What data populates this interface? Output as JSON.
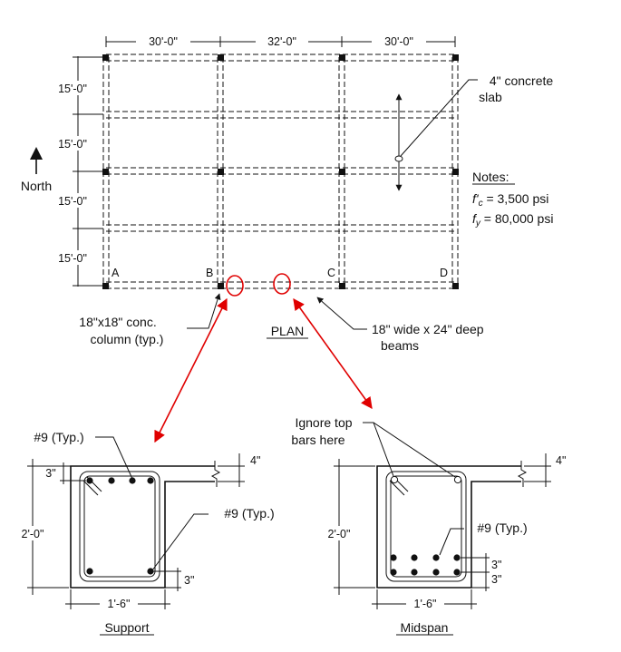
{
  "plan": {
    "dims_top": [
      "30'-0\"",
      "32'-0\"",
      "30'-0\""
    ],
    "dims_left": [
      "15'-0\"",
      "15'-0\"",
      "15'-0\"",
      "15'-0\""
    ],
    "column_labels": [
      "A",
      "B",
      "C",
      "D"
    ],
    "north_label": "North",
    "slab_callout": [
      "4\" concrete",
      "slab"
    ],
    "column_callout": [
      "18\"x18\" conc.",
      "column (typ.)"
    ],
    "beam_callout": [
      "18\" wide x 24\" deep",
      "beams"
    ],
    "title": "PLAN"
  },
  "notes": {
    "heading": "Notes:",
    "fc_symbol": "f'",
    "fc_sub": "c",
    "fc_value": " = 3,500 psi",
    "fy_symbol": "f",
    "fy_sub": "y",
    "fy_value": " = 80,000 psi"
  },
  "support": {
    "bar_callout_top": "#9 (Typ.)",
    "bar_callout_side": "#9 (Typ.)",
    "cover_top": "3\"",
    "cover_bottom": "3\"",
    "slab_thickness": "4\"",
    "height": "2'-0\"",
    "width": "1'-6\"",
    "title": "Support"
  },
  "midspan": {
    "ignore_callout": [
      "Ignore top",
      "bars here"
    ],
    "bar_callout": "#9 (Typ.)",
    "slab_thickness": "4\"",
    "cover_1": "3\"",
    "cover_2": "3\"",
    "height": "2'-0\"",
    "width": "1'-6\"",
    "title": "Midspan"
  },
  "colors": {
    "ink": "#111111",
    "highlight": "#e00000"
  }
}
